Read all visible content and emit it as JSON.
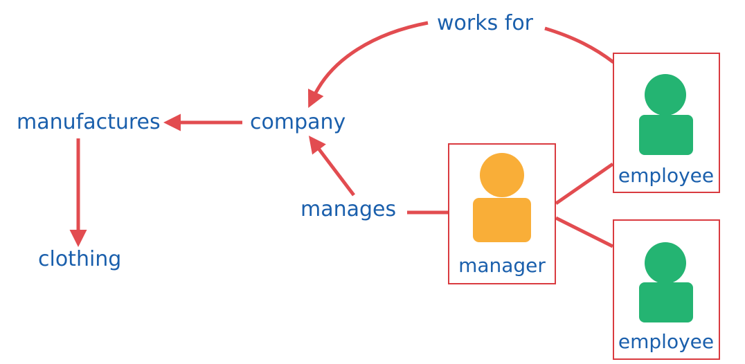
{
  "diagram": {
    "nodes": {
      "manufactures": "manufactures",
      "company": "company",
      "clothing": "clothing",
      "manages": "manages",
      "works_for": "works for",
      "manager": "manager",
      "employee_1": "employee",
      "employee_2": "employee"
    },
    "edges": [
      {
        "from": "company",
        "to": "manufactures"
      },
      {
        "from": "manufactures",
        "to": "clothing"
      },
      {
        "from": "manages",
        "to": "company"
      },
      {
        "from": "works_for",
        "to": "company"
      },
      {
        "from": "employee_1",
        "to": "works_for"
      },
      {
        "from": "manager",
        "to": "manages"
      },
      {
        "from": "manager",
        "to": "employee_1"
      },
      {
        "from": "manager",
        "to": "employee_2"
      }
    ],
    "colors": {
      "label_text": "#1a5fac",
      "edge": "#e24c50",
      "box_border": "#d93a3f",
      "manager_icon": "#f9ae38",
      "employee_icon": "#24b472"
    },
    "icons": {
      "manager": "person-icon",
      "employee": "person-icon"
    }
  }
}
